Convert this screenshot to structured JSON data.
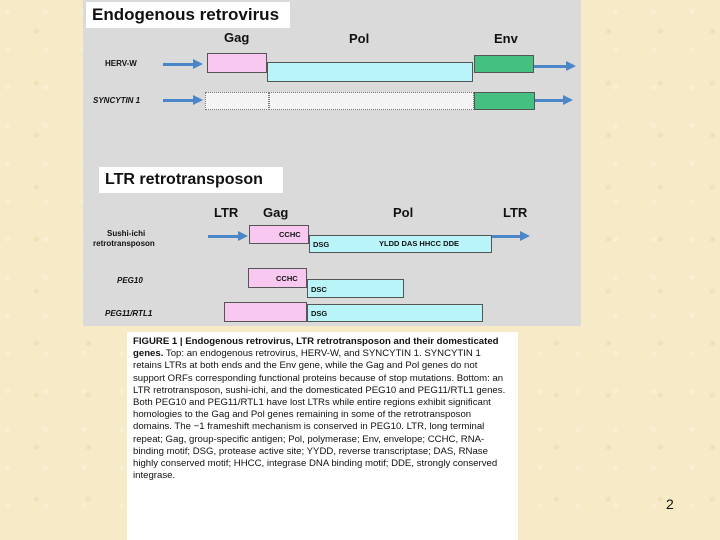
{
  "section1": {
    "title": "Endogenous retrovirus",
    "headers": {
      "gag": "Gag",
      "pol": "Pol",
      "env": "Env"
    },
    "rows": [
      {
        "label": "HERV-W"
      },
      {
        "label": "SYNCYTIN 1"
      }
    ]
  },
  "section2": {
    "title": "LTR retrotransposon",
    "headers": {
      "ltr_left": "LTR",
      "gag": "Gag",
      "pol": "Pol",
      "ltr_right": "LTR"
    },
    "rows": [
      {
        "label_line1": "Sushi-ichi",
        "label_line2": "retrotransposon",
        "gag_text": "CCHC",
        "pol_text_left": "DSG",
        "pol_text_right": "YLDD DAS HHCC DDE"
      },
      {
        "label": "PEG10",
        "gag_text": "CCHC",
        "pol_text": "DSC"
      },
      {
        "label": "PEG11/RTL1",
        "pol_text": "DSG"
      }
    ]
  },
  "colors": {
    "gag": "#f8c8f0",
    "pol": "#b8f4f8",
    "env": "#44c080",
    "arrow": "#4a86c8"
  },
  "caption": {
    "title": "FIGURE 1 | Endogenous retrovirus, LTR retrotransposon and their domesticated genes.",
    "body": "Top: an endogenous retrovirus, HERV-W, and SYNCYTIN 1. SYNCYTIN 1 retains LTRs at both ends and the Env gene, while the Gag and Pol genes do not support ORFs corresponding functional proteins because of stop mutations. Bottom: an LTR retrotransposon, sushi-ichi, and the domesticated PEG10 and PEG11/RTL1 genes. Both PEG10 and PEG11/RTL1 have lost LTRs while entire regions exhibit significant homologies to the Gag and Pol genes remaining in some of the retrotransposon domains. The −1 frameshift mechanism is conserved in PEG10. LTR, long terminal repeat; Gag, group-specific antigen; Pol, polymerase; Env, envelope; CCHC, RNA-binding motif; DSG, protease active site; YYDD, reverse transcriptase; DAS, RNase highly conserved motif; HHCC, integrase DNA binding motif; DDE, strongly conserved integrase."
  },
  "page_number": "2"
}
